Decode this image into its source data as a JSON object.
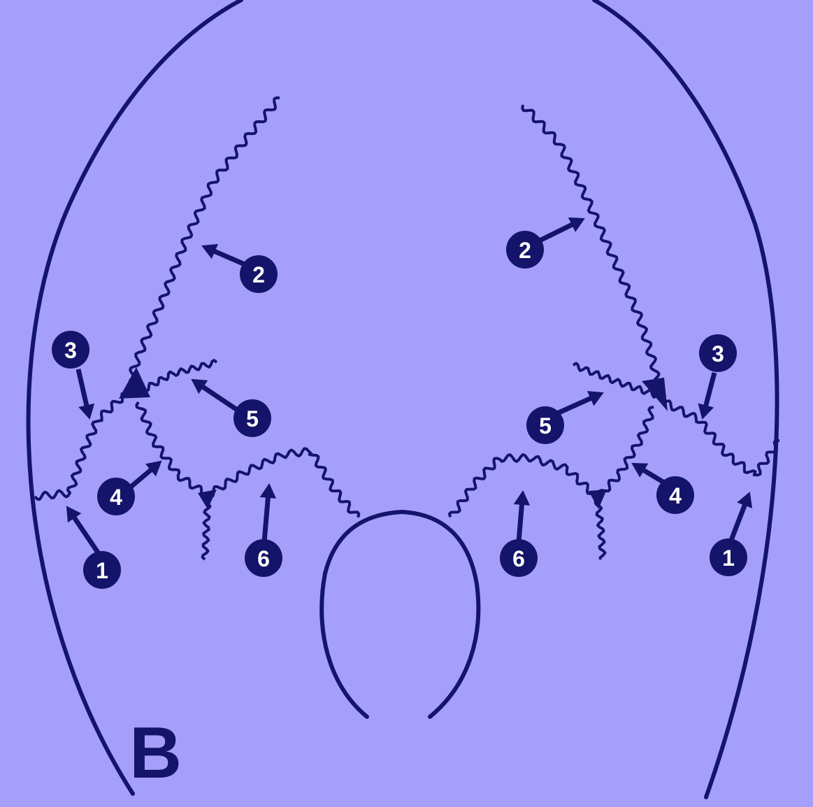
{
  "panel_letter": "B",
  "colors": {
    "background": "#a59ffb",
    "ink": "#14146a",
    "marker_text": "#ffffff"
  },
  "markers": [
    {
      "id": "left-1",
      "label": "1"
    },
    {
      "id": "left-2",
      "label": "2"
    },
    {
      "id": "left-3",
      "label": "3"
    },
    {
      "id": "left-4",
      "label": "4"
    },
    {
      "id": "left-5",
      "label": "5"
    },
    {
      "id": "left-6",
      "label": "6"
    },
    {
      "id": "right-1",
      "label": "1"
    },
    {
      "id": "right-2",
      "label": "2"
    },
    {
      "id": "right-3",
      "label": "3"
    },
    {
      "id": "right-4",
      "label": "4"
    },
    {
      "id": "right-5",
      "label": "5"
    },
    {
      "id": "right-6",
      "label": "6"
    }
  ]
}
